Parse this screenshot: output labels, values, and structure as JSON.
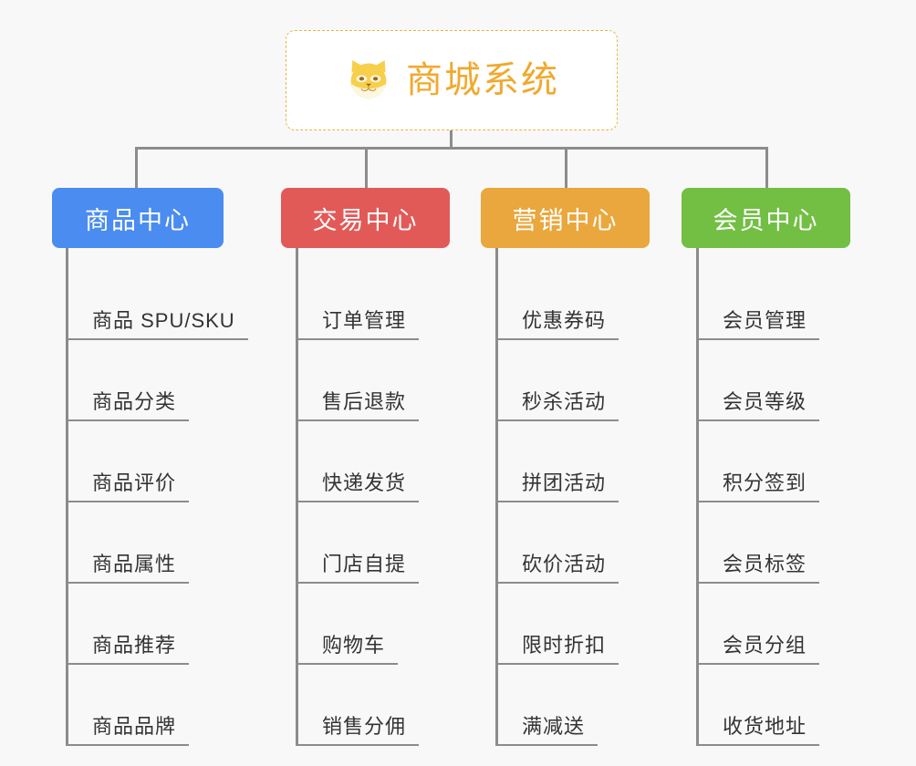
{
  "canvas": {
    "background": "#f8f8f8",
    "connector_color": "#8c8c8c"
  },
  "root": {
    "title": "商城系统",
    "icon": "shiba-dog-icon",
    "text_color": "#f0a92e",
    "border_color": "#e8b44a",
    "background": "#ffffff"
  },
  "columns": [
    {
      "label": "商品中心",
      "color": "#4a8cf0",
      "key": "product-center",
      "items": [
        "商品 SPU/SKU",
        "商品分类",
        "商品评价",
        "商品属性",
        "商品推荐",
        "商品品牌"
      ]
    },
    {
      "label": "交易中心",
      "color": "#e25a57",
      "key": "trade-center",
      "items": [
        "订单管理",
        "售后退款",
        "快递发货",
        "门店自提",
        "购物车",
        "销售分佣"
      ]
    },
    {
      "label": "营销中心",
      "color": "#eaa73d",
      "key": "marketing-center",
      "items": [
        "优惠券码",
        "秒杀活动",
        "拼团活动",
        "砍价活动",
        "限时折扣",
        "满减送"
      ]
    },
    {
      "label": "会员中心",
      "color": "#72bf44",
      "key": "member-center",
      "items": [
        "会员管理",
        "会员等级",
        "积分签到",
        "会员标签",
        "会员分组",
        "收货地址"
      ]
    }
  ]
}
